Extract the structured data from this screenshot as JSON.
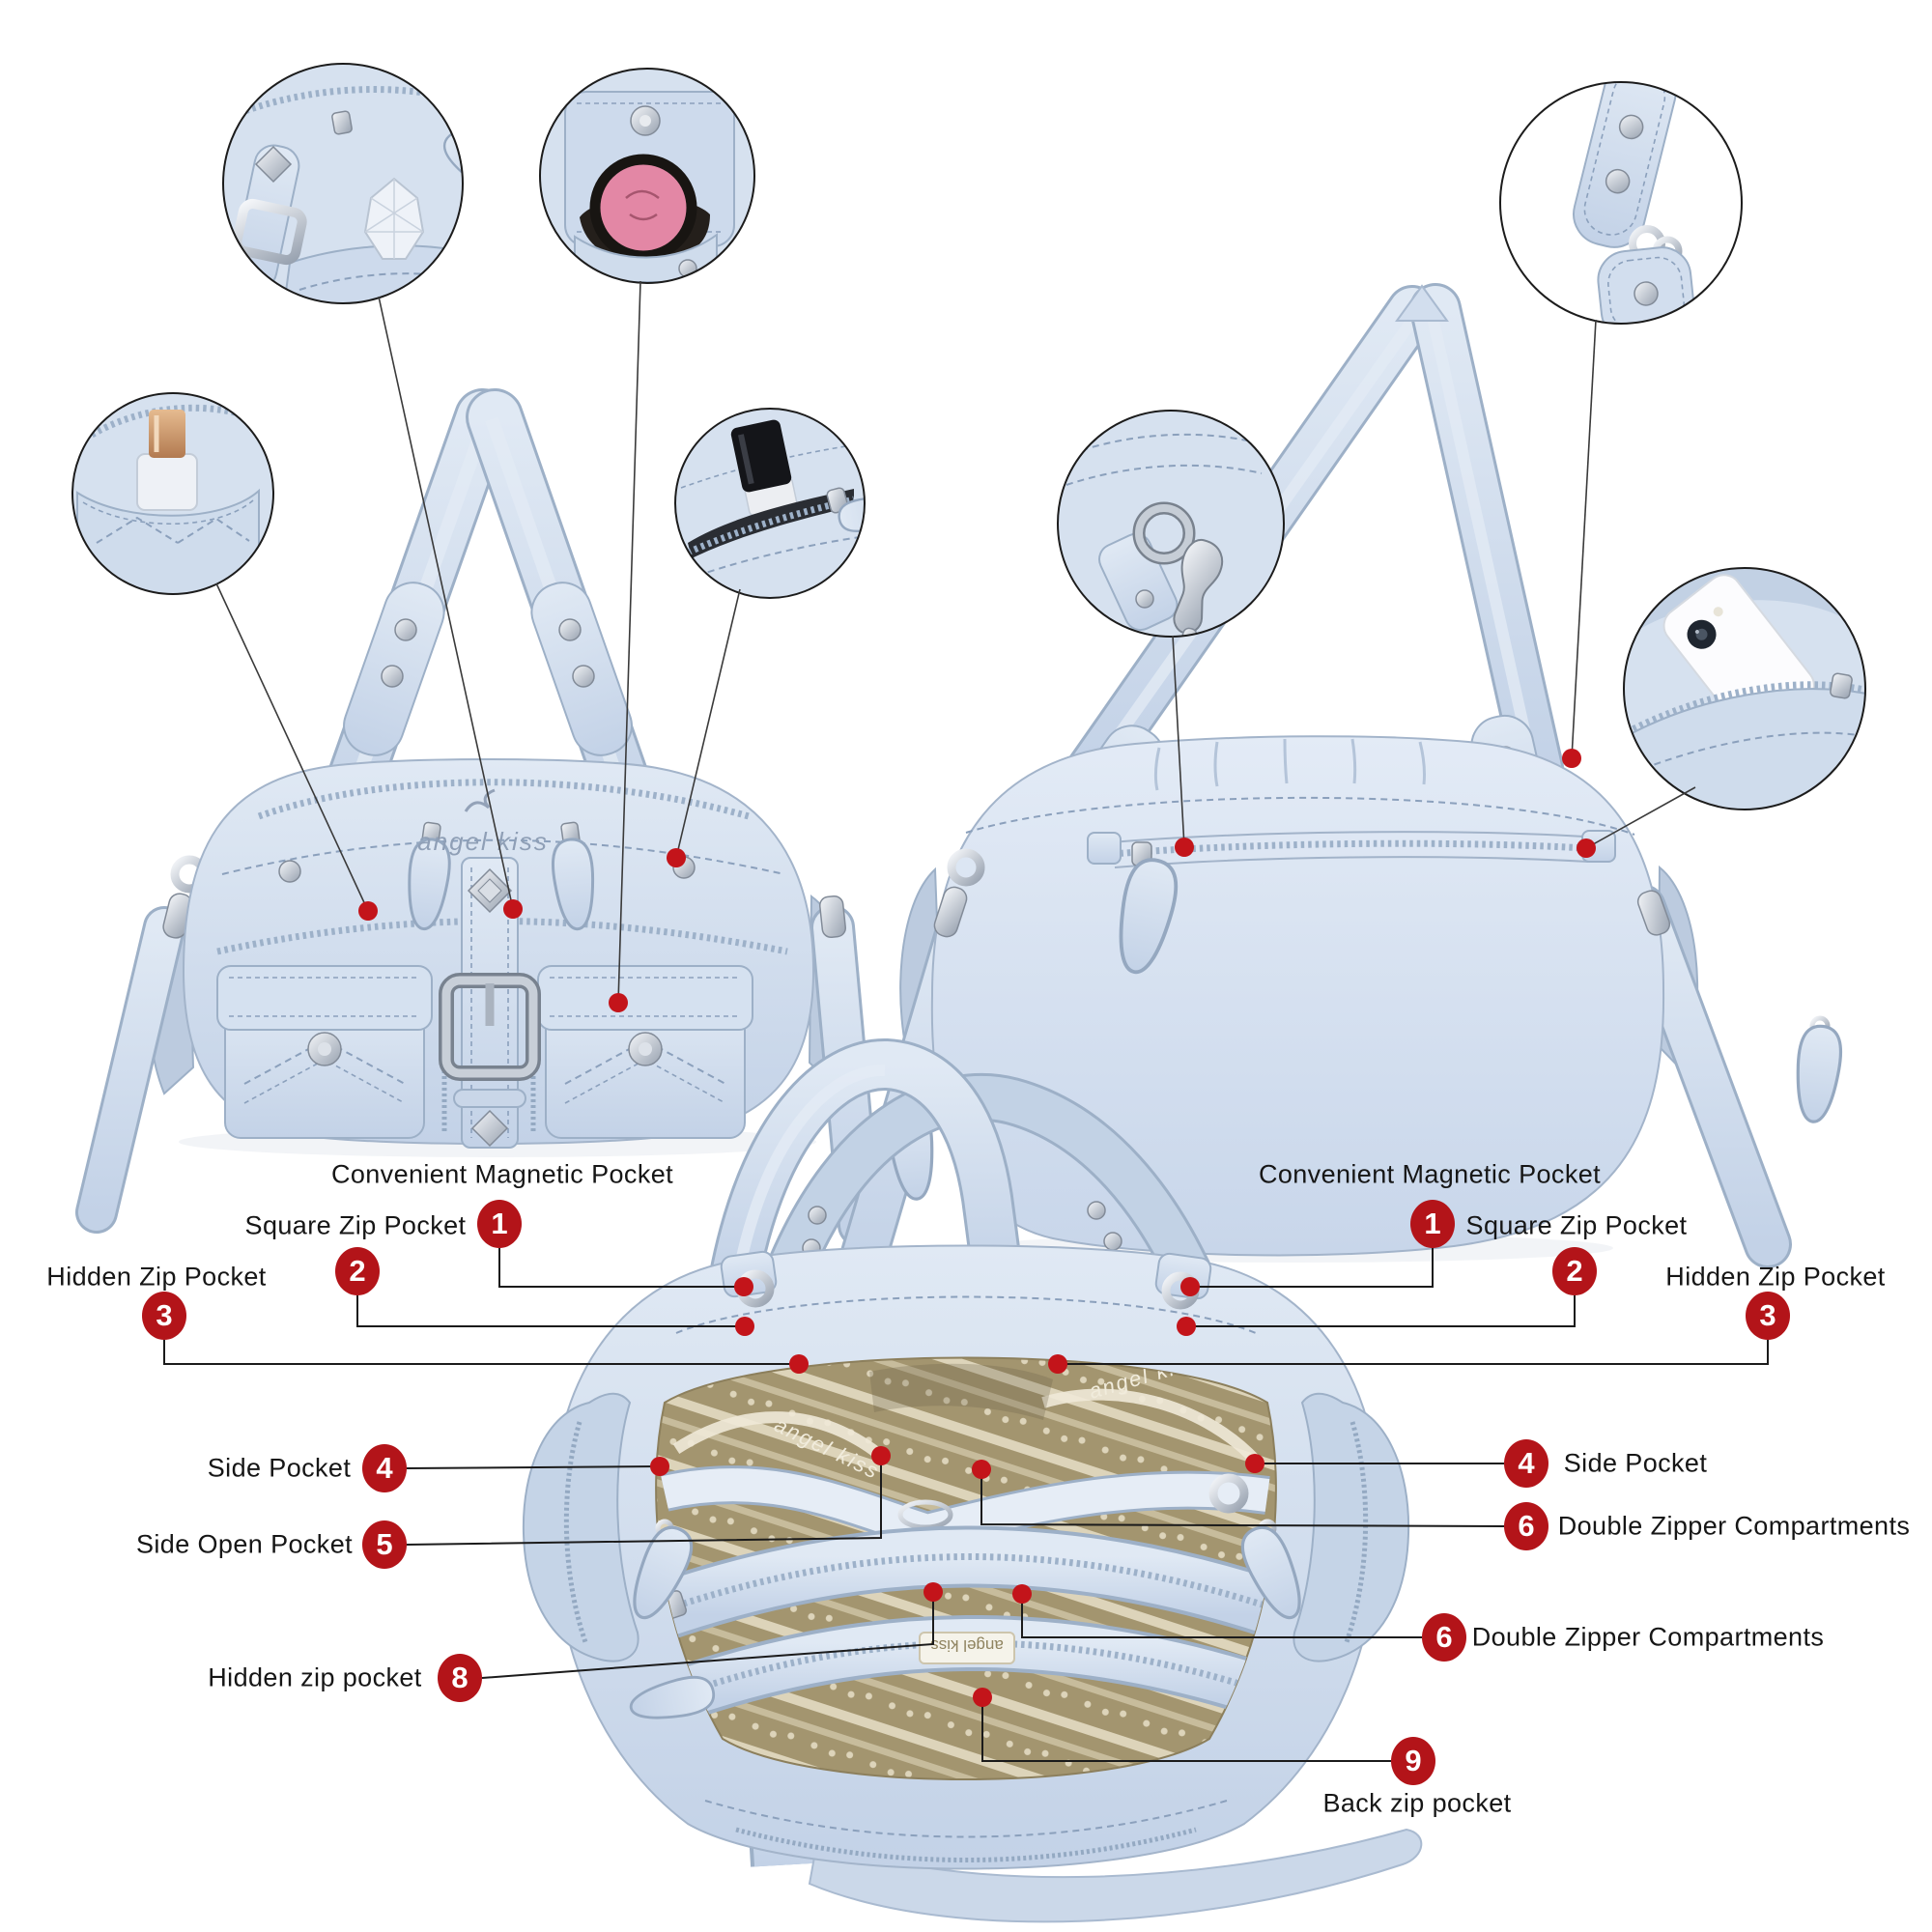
{
  "brand": {
    "name": "angel kiss"
  },
  "palette": {
    "accent_red": "#b31419",
    "dot_red": "#c3141a",
    "bag_blue": "#cdd9ea",
    "bag_blue_edge": "#9db0c7",
    "lining_tan": "#a3956f",
    "line_black": "#1b1b1b",
    "background": "#ffffff"
  },
  "callouts": {
    "left": [
      {
        "num": "1",
        "label": "Convenient Magnetic Pocket"
      },
      {
        "num": "2",
        "label": "Square Zip Pocket"
      },
      {
        "num": "3",
        "label": "Hidden Zip Pocket"
      },
      {
        "num": "4",
        "label": "Side Pocket"
      },
      {
        "num": "5",
        "label": "Side Open Pocket"
      },
      {
        "num": "8",
        "label": "Hidden zip pocket"
      }
    ],
    "right": [
      {
        "num": "1",
        "label": "Convenient Magnetic Pocket"
      },
      {
        "num": "2",
        "label": "Square Zip Pocket"
      },
      {
        "num": "3",
        "label": "Hidden Zip Pocket"
      },
      {
        "num": "4",
        "label": "Side Pocket"
      },
      {
        "num": "6",
        "label": "Double Zipper Compartments"
      },
      {
        "num": "6",
        "label": "Double Zipper Compartments"
      },
      {
        "num": "9",
        "label": "Back zip pocket"
      }
    ]
  },
  "views": {
    "front": "front view of handbag",
    "back": "back view of handbag",
    "top": "top open view of handbag interior"
  }
}
